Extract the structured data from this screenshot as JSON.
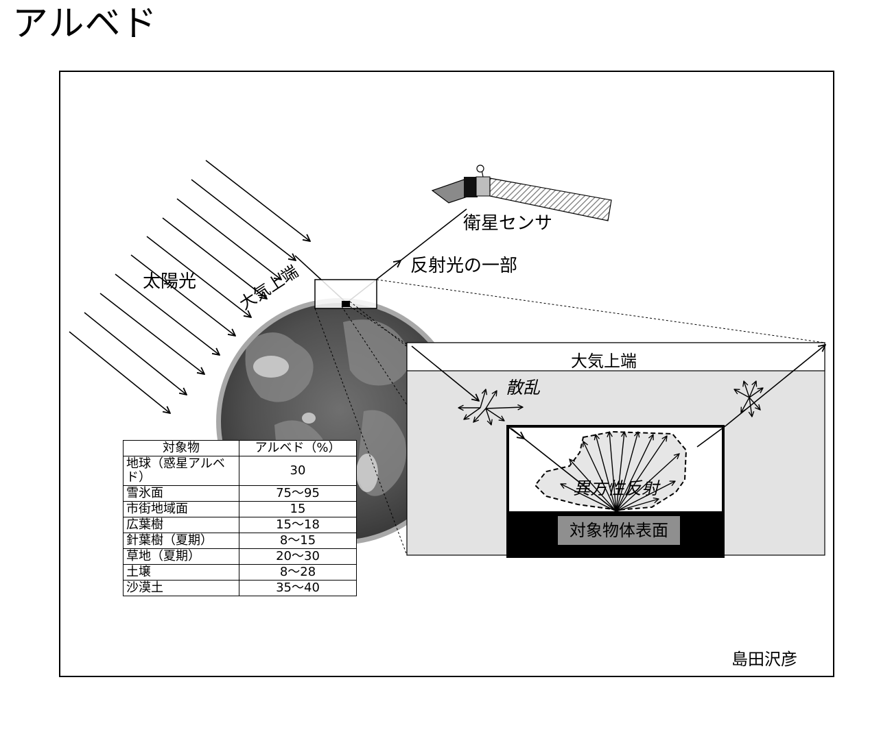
{
  "title": "アルベド",
  "labels": {
    "sunlight": "太陽光",
    "toa_tilted": "大気上端",
    "satellite_sensor": "衛星センサ",
    "reflected_part": "反射光の一部",
    "toa_inset": "大気上端",
    "scattering": "散乱",
    "anisotropic_reflection": "異方性反射",
    "object_surface": "対象物体表面"
  },
  "author": "島田沢彦",
  "table": {
    "headers": [
      "対象物",
      "アルベド（%）"
    ],
    "rows": [
      {
        "name": "地球（惑星アルベド）",
        "value": "30"
      },
      {
        "name": "雪氷面",
        "value": "75〜95"
      },
      {
        "name": "市街地域面",
        "value": "15"
      },
      {
        "name": "広葉樹",
        "value": "15〜18"
      },
      {
        "name": "針葉樹（夏期）",
        "value": "8〜15"
      },
      {
        "name": "草地（夏期）",
        "value": "20〜30"
      },
      {
        "name": "土壌",
        "value": "8〜28"
      },
      {
        "name": "沙漠土",
        "value": "35〜40"
      }
    ]
  }
}
